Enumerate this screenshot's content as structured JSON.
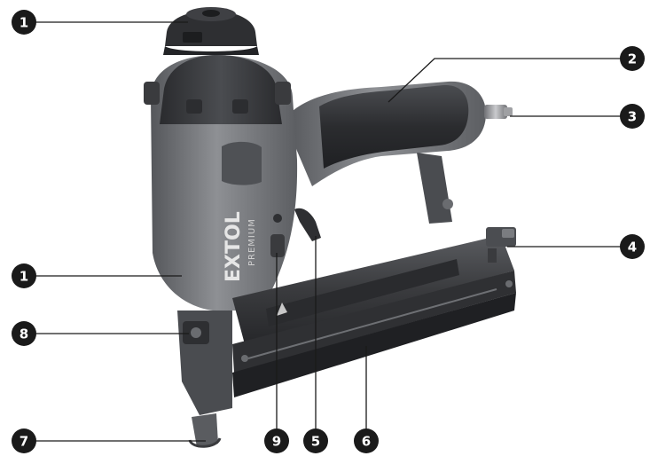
{
  "brand": {
    "logo": "EXTOL",
    "sub": "PREMIUM"
  },
  "colors": {
    "callout_fill": "#1a1a1a",
    "callout_text": "#ffffff",
    "body_dark": "#3a3b3e",
    "body_mid": "#6b6d71",
    "body_light": "#9a9ca0",
    "grip": "#2c2d30",
    "metal": "#b8b9bc"
  },
  "callouts": [
    {
      "id": "c1-top",
      "label": "1",
      "part": "exhaust-cap"
    },
    {
      "id": "c2",
      "label": "2",
      "part": "handle-grip"
    },
    {
      "id": "c3",
      "label": "3",
      "part": "air-inlet-fitting"
    },
    {
      "id": "c4",
      "label": "4",
      "part": "magazine-latch"
    },
    {
      "id": "c1-body",
      "label": "1",
      "part": "housing"
    },
    {
      "id": "c8",
      "label": "8",
      "part": "depth-adjuster"
    },
    {
      "id": "c7",
      "label": "7",
      "part": "safety-contact-tip"
    },
    {
      "id": "c9",
      "label": "9",
      "part": "safety-lock"
    },
    {
      "id": "c5",
      "label": "5",
      "part": "trigger"
    },
    {
      "id": "c6",
      "label": "6",
      "part": "magazine"
    }
  ]
}
